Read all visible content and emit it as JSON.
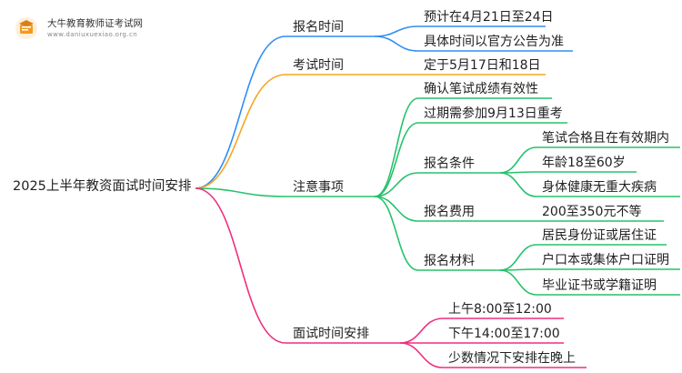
{
  "logo": {
    "title": "大牛教育教师证考试网",
    "url": "www.daniuxuexiao.org.cn"
  },
  "colors": {
    "blue": "#2f8ef4",
    "orange": "#f5a623",
    "green": "#27c26c",
    "pink": "#ef2f7f",
    "logo_orange": "#f39a1e"
  },
  "root": {
    "label": "2025上半年教资面试时间安排"
  },
  "branches": [
    {
      "label": "报名时间",
      "color": "blue",
      "children": [
        {
          "label": "预计在4月21日至24日"
        },
        {
          "label": "具体时间以官方公告为准"
        }
      ]
    },
    {
      "label": "考试时间",
      "color": "orange",
      "children": [
        {
          "label": "定于5月17日和18日"
        }
      ]
    },
    {
      "label": "注意事项",
      "color": "green",
      "children": [
        {
          "label": "确认笔试成绩有效性"
        },
        {
          "label": "过期需参加9月13日重考"
        },
        {
          "label": "报名条件",
          "children": [
            {
              "label": "笔试合格且在有效期内"
            },
            {
              "label": "年龄18至60岁"
            },
            {
              "label": "身体健康无重大疾病"
            }
          ]
        },
        {
          "label": "报名费用",
          "children": [
            {
              "label": "200至350元不等"
            }
          ]
        },
        {
          "label": "报名材料",
          "children": [
            {
              "label": "居民身份证或居住证"
            },
            {
              "label": "户口本或集体户口证明"
            },
            {
              "label": "毕业证书或学籍证明"
            }
          ]
        }
      ]
    },
    {
      "label": "面试时间安排",
      "color": "pink",
      "children": [
        {
          "label": "上午8:00至12:00"
        },
        {
          "label": "下午14:00至17:00"
        },
        {
          "label": "少数情况下安排在晚上"
        }
      ]
    }
  ]
}
